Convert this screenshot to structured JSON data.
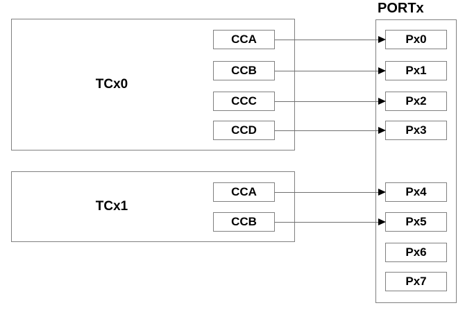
{
  "port": {
    "title": "PORTx",
    "pins": [
      {
        "label": "Px0"
      },
      {
        "label": "Px1"
      },
      {
        "label": "Px2"
      },
      {
        "label": "Px3"
      },
      {
        "label": "Px4"
      },
      {
        "label": "Px5"
      },
      {
        "label": "Px6"
      },
      {
        "label": "Px7"
      }
    ]
  },
  "timers": [
    {
      "label": "TCx0",
      "channels": [
        {
          "label": "CCA",
          "connects_to": "Px0"
        },
        {
          "label": "CCB",
          "connects_to": "Px1"
        },
        {
          "label": "CCC",
          "connects_to": "Px2"
        },
        {
          "label": "CCD",
          "connects_to": "Px3"
        }
      ]
    },
    {
      "label": "TCx1",
      "channels": [
        {
          "label": "CCA",
          "connects_to": "Px4"
        },
        {
          "label": "CCB",
          "connects_to": "Px5"
        }
      ]
    }
  ],
  "colors": {
    "background": "#ffffff",
    "box_border": "#7f7f7f",
    "connector_line": "#6e6e6e",
    "arrowhead": "#000000",
    "text": "#000000"
  }
}
